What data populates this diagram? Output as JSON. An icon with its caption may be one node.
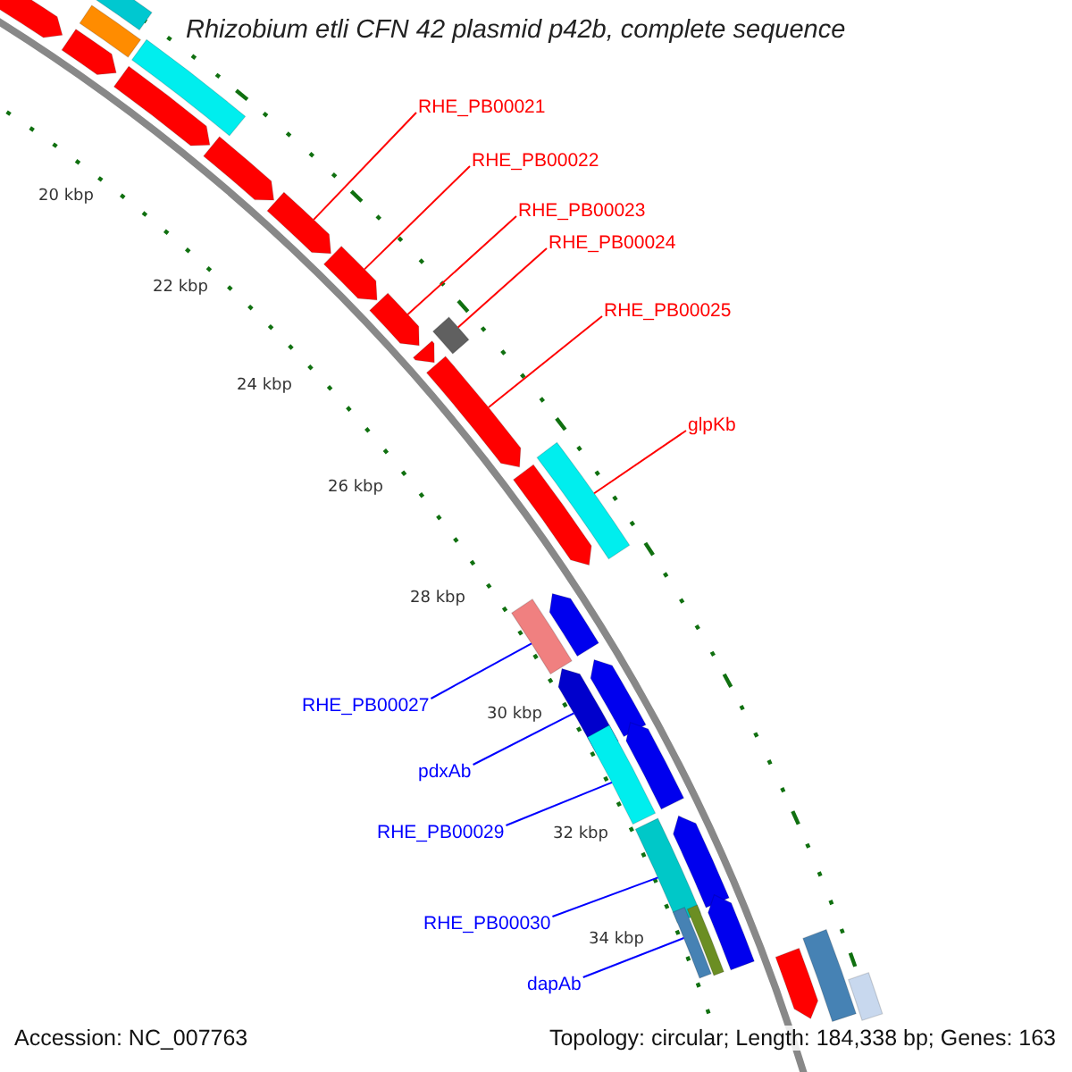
{
  "diagram": {
    "title": "Rhizobium etli CFN 42 plasmid p42b, complete sequence",
    "nodes": [
      {
        "text": [
          "RHE_PB00021"
        ]
      },
      {
        "text": [
          "RHE_PB00022"
        ]
      },
      {
        "text": [
          "RHE_PB00023"
        ]
      },
      {
        "text": [
          "RHE_PB00024"
        ]
      },
      {
        "text": [
          "RHE_PB00025"
        ]
      },
      {
        "text": [
          "glpKb"
        ]
      },
      {
        "text": [
          "RHE_PB00027"
        ]
      },
      {
        "text": [
          "pdxAb"
        ]
      },
      {
        "text": [
          "RHE_PB00029"
        ]
      },
      {
        "text": [
          "RHE_PB00030"
        ]
      },
      {
        "text": [
          "dapAb"
        ]
      },
      {
        "text": [],
        "shape": "arrow"
      },
      {
        "text": [],
        "shape": "arrow"
      },
      {
        "text": [],
        "shape": "arrow"
      },
      {
        "text": [],
        "shape": "arrow"
      },
      {
        "text": [],
        "shape": "arrow"
      },
      {
        "text": [],
        "shape": "arrow"
      },
      {
        "text": [],
        "shape": "arrow"
      },
      {
        "text": [],
        "shape": "arrow"
      },
      {
        "text": [],
        "shape": "arrow"
      },
      {
        "text": [],
        "shape": "arrow"
      },
      {
        "text": [],
        "shape": "arrow"
      },
      {
        "text": [],
        "shape": "box"
      },
      {
        "text": [],
        "shape": "box"
      },
      {
        "text": [],
        "shape": "box"
      },
      {
        "text": [],
        "shape": "box"
      },
      {
        "text": [],
        "shape": "box"
      },
      {
        "text": [],
        "shape": "box"
      },
      {
        "text": [],
        "shape": "box"
      },
      {
        "text": [],
        "shape": "arrow"
      },
      {
        "text": [],
        "shape": "arrow"
      },
      {
        "text": [],
        "shape": "arrow"
      },
      {
        "text": [],
        "shape": "arrow"
      },
      {
        "text": [],
        "shape": "arrow"
      },
      {
        "text": [],
        "shape": "box"
      },
      {
        "text": [],
        "shape": "arrow"
      },
      {
        "text": [],
        "shape": "box"
      },
      {
        "text": [],
        "shape": "box"
      },
      {
        "text": [],
        "shape": "box"
      },
      {
        "text": [],
        "shape": "box"
      }
    ],
    "edges": [
      {
        "from": 0,
        "to": 15,
        "arrow": "none",
        "color": "#ff0000"
      },
      {
        "from": 1,
        "to": 16,
        "arrow": "none",
        "color": "#ff0000"
      },
      {
        "from": 2,
        "to": 17,
        "arrow": "none",
        "color": "#ff0000"
      },
      {
        "from": 3,
        "to": 24,
        "arrow": "none",
        "color": "#ff0000"
      },
      {
        "from": 4,
        "to": 19,
        "arrow": "none",
        "color": "#ff0000"
      },
      {
        "from": 5,
        "to": 25,
        "arrow": "none",
        "color": "#ff0000"
      },
      {
        "from": 6,
        "to": 34,
        "arrow": "none",
        "color": "#0000ff"
      },
      {
        "from": 7,
        "to": 35,
        "arrow": "none",
        "color": "#0000ff"
      },
      {
        "from": 8,
        "to": 36,
        "arrow": "none",
        "color": "#0000ff"
      },
      {
        "from": 9,
        "to": 37,
        "arrow": "none",
        "color": "#0000ff"
      },
      {
        "from": 10,
        "to": 38,
        "arrow": "none",
        "color": "#0000ff"
      }
    ],
    "labels": [
      "20 kbp",
      "22 kbp",
      "24 kbp",
      "26 kbp",
      "28 kbp",
      "30 kbp",
      "32 kbp",
      "34 kbp",
      "Accession: NC_007763",
      "Topology: circular; Length: 184,338 bp; Genes: 163"
    ]
  }
}
